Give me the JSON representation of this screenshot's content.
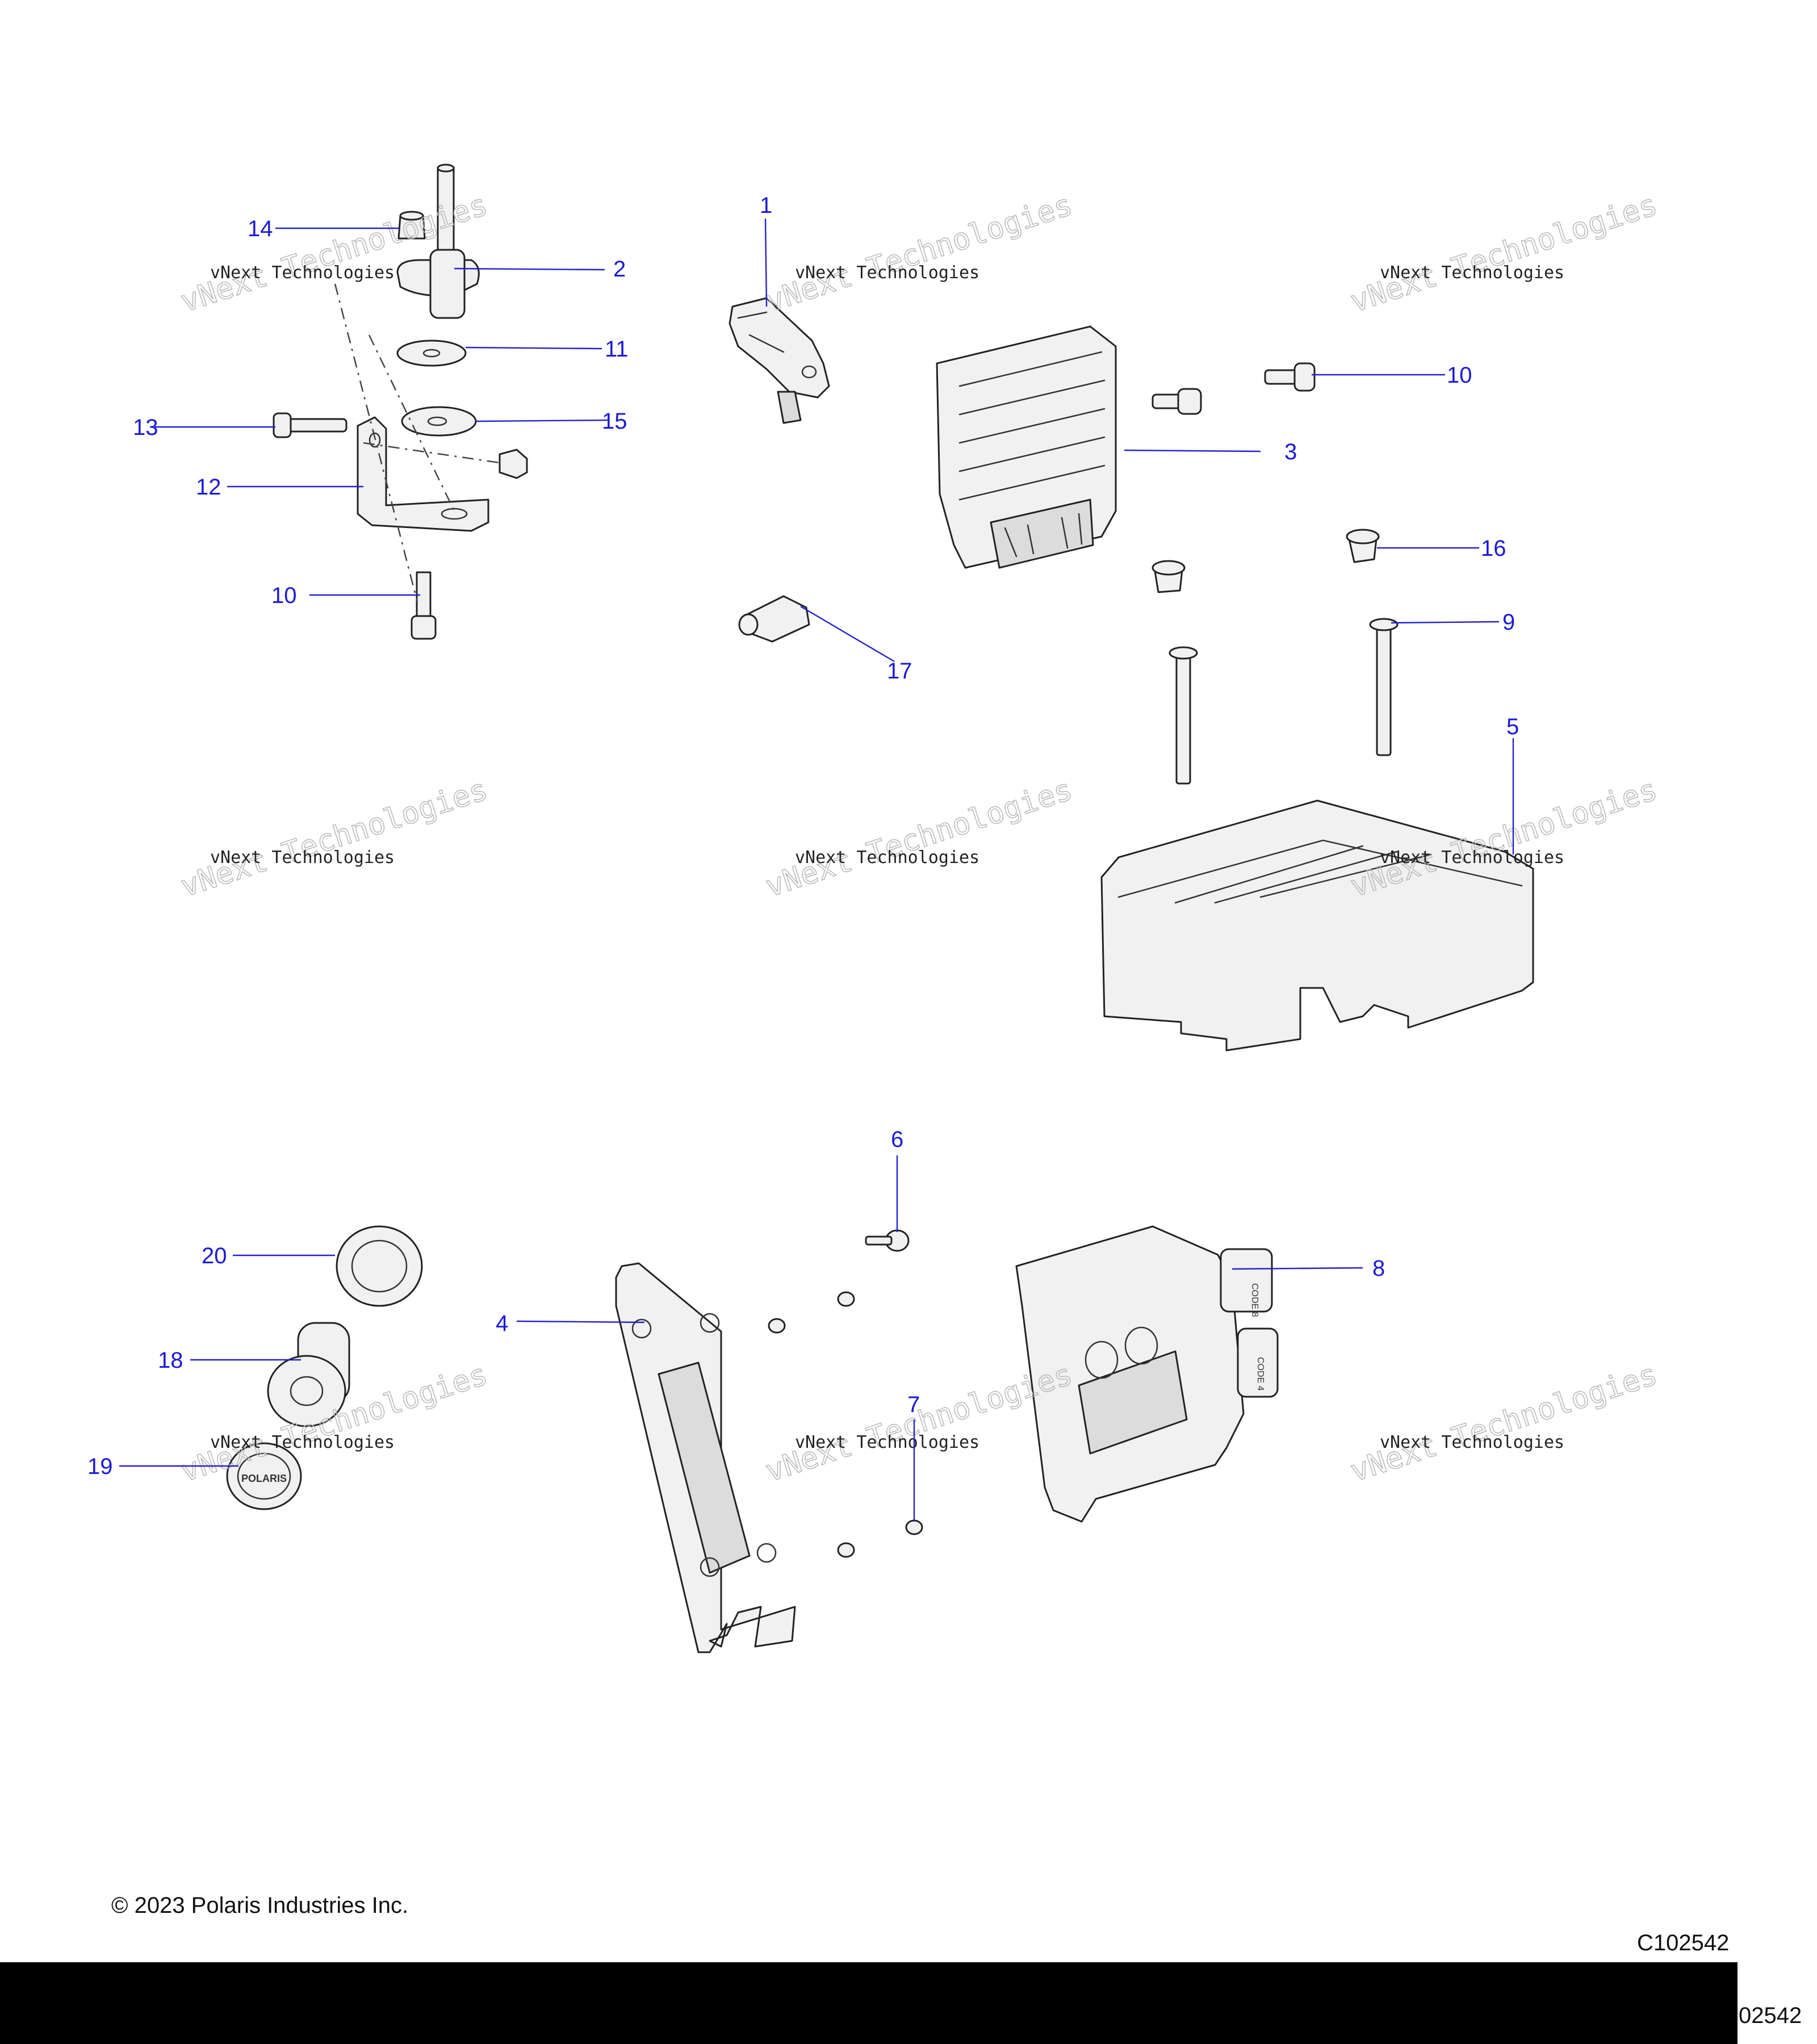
{
  "callouts": [
    {
      "num": "1"
    },
    {
      "num": "2"
    },
    {
      "num": "3"
    },
    {
      "num": "4"
    },
    {
      "num": "5"
    },
    {
      "num": "6"
    },
    {
      "num": "7"
    },
    {
      "num": "8"
    },
    {
      "num": "9"
    },
    {
      "num": "10"
    },
    {
      "num": "10"
    },
    {
      "num": "11"
    },
    {
      "num": "12"
    },
    {
      "num": "13"
    },
    {
      "num": "14"
    },
    {
      "num": "15"
    },
    {
      "num": "16"
    },
    {
      "num": "17"
    },
    {
      "num": "18"
    },
    {
      "num": "19"
    },
    {
      "num": "20"
    }
  ],
  "watermark": {
    "line1": "vNext Technologies",
    "line2": "vNext Technologies"
  },
  "footer": {
    "copyright": "© 2023 Polaris Industries Inc.",
    "figure_id": "C102542",
    "figure_id_partial": "02542"
  },
  "part_markings": {
    "cap_logo": "POLARIS",
    "ecu_code_1": "CODE 8",
    "ecu_code_2": "CODE 4"
  },
  "colors": {
    "callout": "#1a1ad6",
    "line_art": "#222222",
    "bar": "#000000"
  }
}
